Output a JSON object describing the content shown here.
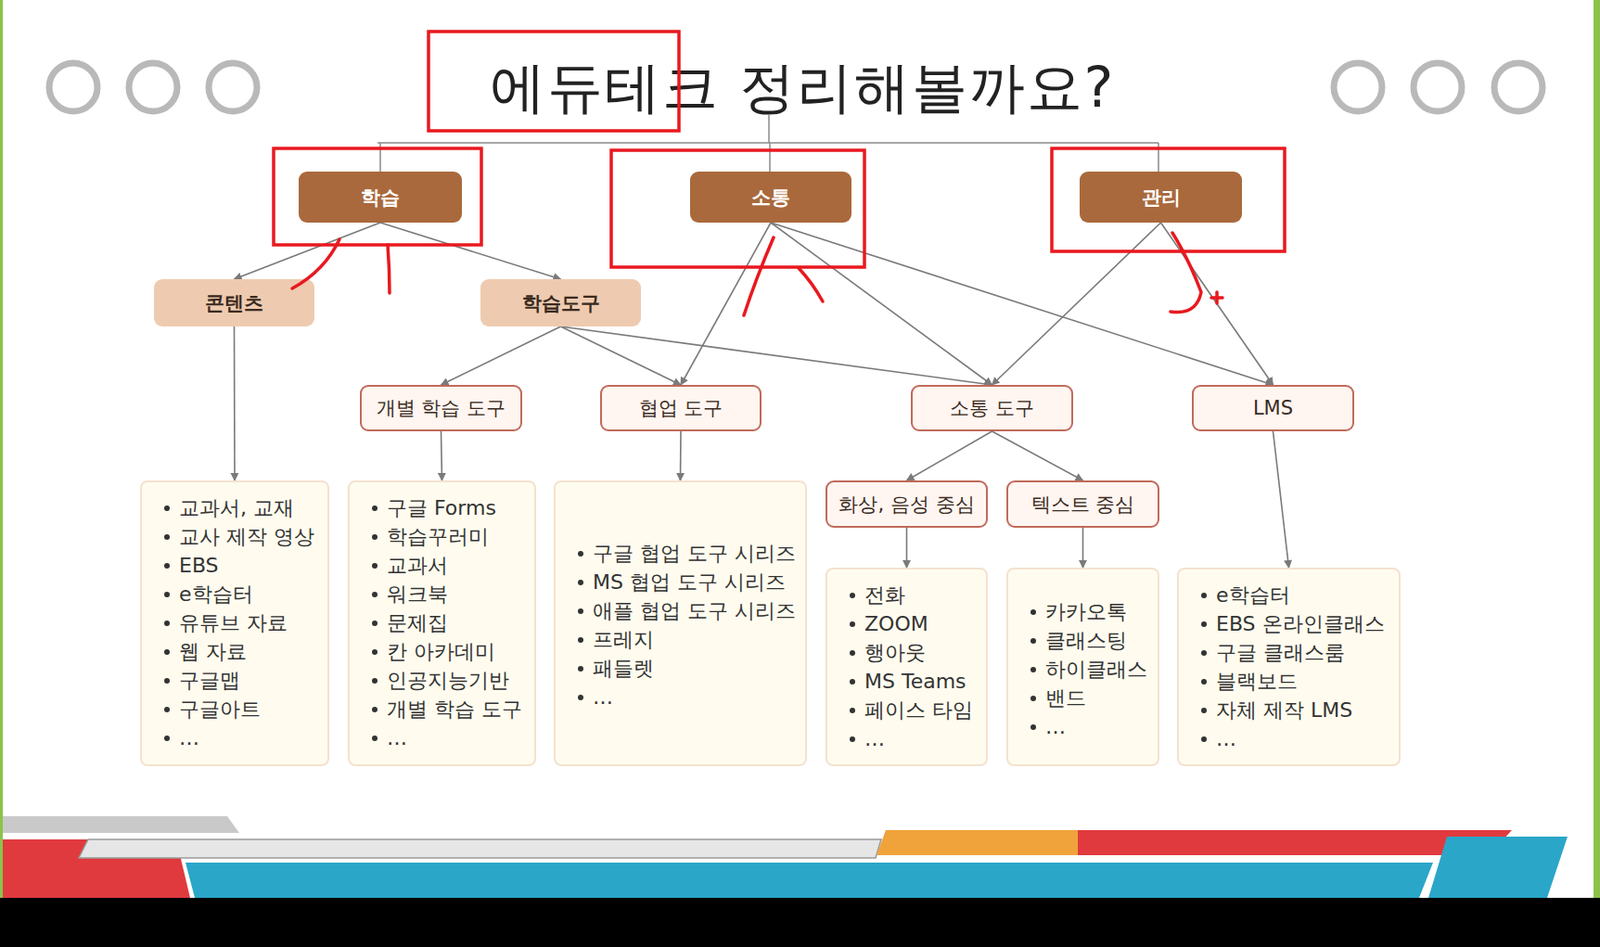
{
  "diagram": {
    "title": "에듀테크 정리해볼까요?",
    "nodes": [
      {
        "text": [
          "학습"
        ]
      },
      {
        "text": [
          "소통"
        ]
      },
      {
        "text": [
          "관리"
        ]
      },
      {
        "text": [
          "콘텐츠"
        ]
      },
      {
        "text": [
          "학습도구"
        ]
      },
      {
        "text": [
          "개별 학습 도구"
        ]
      },
      {
        "text": [
          "협업 도구"
        ]
      },
      {
        "text": [
          "소통 도구"
        ]
      },
      {
        "text": [
          "LMS"
        ]
      },
      {
        "text": [
          "화상, 음성 중심"
        ]
      },
      {
        "text": [
          "텍스트 중심"
        ]
      },
      {
        "text": [
          "교과서, 교재",
          "교사 제작 영상",
          "EBS",
          "e학습터",
          "유튜브 자료",
          "웹 자료",
          "구글맵",
          "구글아트",
          "…"
        ]
      },
      {
        "text": [
          "구글 Forms",
          "학습꾸러미",
          "교과서",
          "워크북",
          "문제집",
          "칸 아카데미",
          "인공지능기반",
          "개별 학습 도구",
          "…"
        ]
      },
      {
        "text": [
          "구글 협업 도구 시리즈",
          "MS 협업 도구 시리즈",
          "애플 협업 도구 시리즈",
          "프레지",
          "패들렛",
          "…"
        ]
      },
      {
        "text": [
          "전화",
          "ZOOM",
          "행아웃",
          "MS Teams",
          "페이스 타임",
          "…"
        ]
      },
      {
        "text": [
          "카카오톡",
          "클래스팅",
          "하이클래스",
          "밴드",
          "…"
        ]
      },
      {
        "text": [
          "e학습터",
          "EBS 온라인클래스",
          "구글 클래스룸",
          "블랙보드",
          "자체 제작 LMS",
          "…"
        ]
      }
    ],
    "edges": [
      {
        "from": 0,
        "to": 3,
        "arrow": "to"
      },
      {
        "from": 0,
        "to": 4,
        "arrow": "to"
      },
      {
        "from": 1,
        "to": 6,
        "arrow": "to"
      },
      {
        "from": 1,
        "to": 7,
        "arrow": "to"
      },
      {
        "from": 1,
        "to": 8,
        "arrow": "to"
      },
      {
        "from": 2,
        "to": 7,
        "arrow": "to"
      },
      {
        "from": 2,
        "to": 8,
        "arrow": "to"
      },
      {
        "from": 4,
        "to": 5,
        "arrow": "to"
      },
      {
        "from": 4,
        "to": 6,
        "arrow": "to"
      },
      {
        "from": 4,
        "to": 7,
        "arrow": "to"
      },
      {
        "from": 3,
        "to": 11,
        "arrow": "to"
      },
      {
        "from": 5,
        "to": 12,
        "arrow": "to"
      },
      {
        "from": 6,
        "to": 13,
        "arrow": "to"
      },
      {
        "from": 7,
        "to": 9,
        "arrow": "to"
      },
      {
        "from": 7,
        "to": 10,
        "arrow": "to"
      },
      {
        "from": 9,
        "to": 14,
        "arrow": "to"
      },
      {
        "from": 10,
        "to": 15,
        "arrow": "to"
      },
      {
        "from": 8,
        "to": 16,
        "arrow": "to"
      }
    ]
  }
}
